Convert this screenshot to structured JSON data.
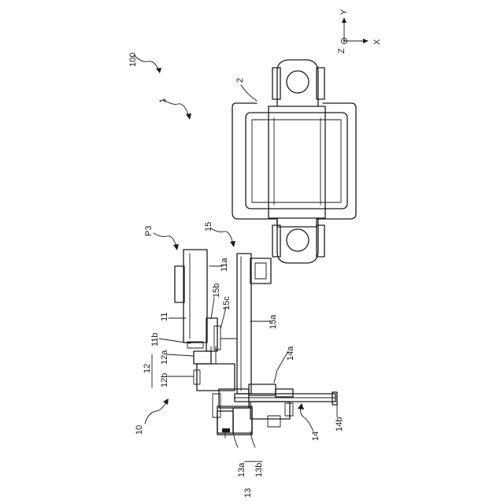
{
  "axes": {
    "y": "Y",
    "z": "Z",
    "x": "X"
  },
  "labels": {
    "l100": "100",
    "l1": "1",
    "l2": "2",
    "lP3": "P3",
    "l15": "15",
    "l11a": "11a",
    "l15b": "15b",
    "l15c": "15c",
    "l11": "11",
    "l11b": "11b",
    "l12a": "12a",
    "l12": "12",
    "l12b": "12b",
    "l15a": "15a",
    "l14a": "14a",
    "l10": "10",
    "l14": "14",
    "l14b": "14b",
    "l13": "13",
    "l13a": "13a",
    "l13b": "13b"
  }
}
